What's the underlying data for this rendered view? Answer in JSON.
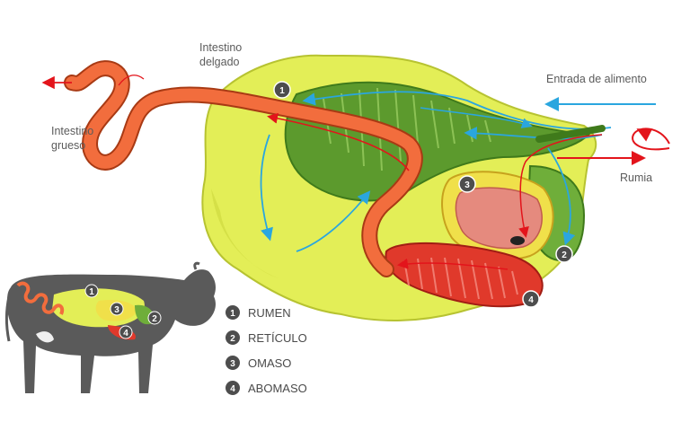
{
  "labels": {
    "small_intestine_line1": "Intestino",
    "small_intestine_line2": "delgado",
    "large_intestine_line1": "Intestino",
    "large_intestine_line2": "grueso",
    "food_intake": "Entrada de alimento",
    "rumination": "Rumia"
  },
  "markers": [
    "1",
    "2",
    "3",
    "4"
  ],
  "legend": [
    {
      "num": "1",
      "label": "RUMEN"
    },
    {
      "num": "2",
      "label": "RETÍCULO"
    },
    {
      "num": "3",
      "label": "OMASO"
    },
    {
      "num": "4",
      "label": "ABOMASO"
    }
  ],
  "colors": {
    "rumen": "#e3ee57",
    "rumen_inner": "#5c9a2d",
    "reticulum": "#6fae3a",
    "omasum": "#f0e04a",
    "omasum_inner": "#e58a7e",
    "abomasum": "#e0392b",
    "intestine": "#f26d3d",
    "flow_blue": "#2aa6df",
    "flow_red": "#e3141b",
    "cow_body": "#5a5a5a",
    "marker": "#4d4d4d"
  },
  "icons": [
    "cow-silhouette-icon",
    "arrow-left-icon",
    "arrow-right-icon"
  ]
}
